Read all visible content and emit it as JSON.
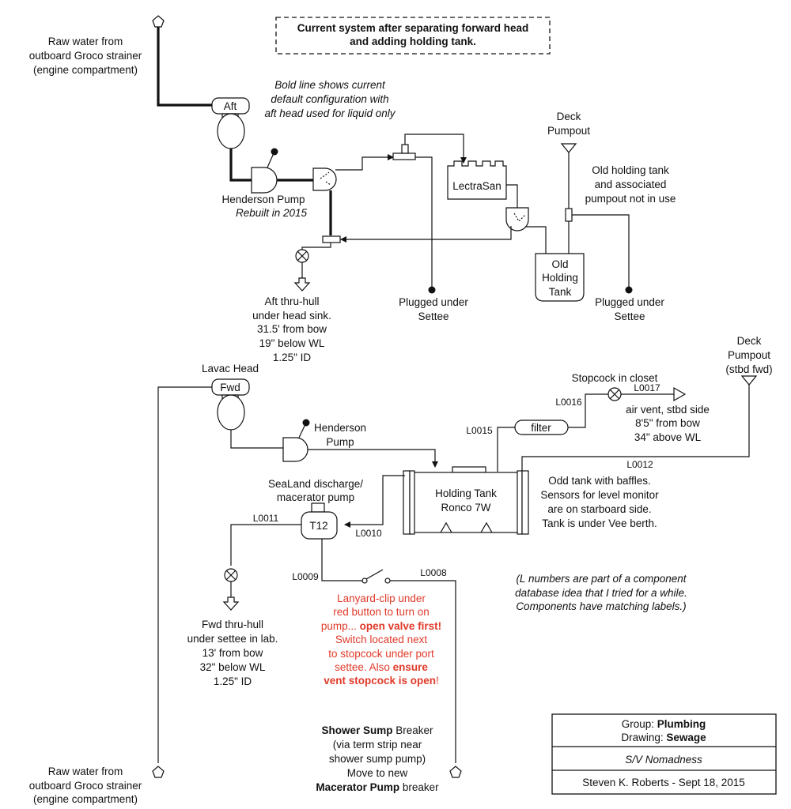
{
  "title": [
    "Current system after separating forward head",
    "and adding holding tank."
  ],
  "raw_water_top": [
    "Raw water from",
    "outboard Groco strainer",
    "(engine compartment)"
  ],
  "raw_water_bottom": [
    "Raw water from",
    "outboard Groco strainer",
    "(engine compartment)"
  ],
  "bold_note": [
    "Bold line shows current",
    "default configuration with",
    "aft head used for liquid only"
  ],
  "aft_head": "Aft",
  "henderson_aft": "Henderson Pump",
  "henderson_aft_note": "Rebuilt in 2015",
  "lectrasan": "LectraSan",
  "deck_pumpout_top": [
    "Deck",
    "Pumpout"
  ],
  "old_tank_note": [
    "Old holding tank",
    "and associated",
    "pumpout not in use"
  ],
  "old_tank": [
    "Old",
    "Holding",
    "Tank"
  ],
  "plugged_1": [
    "Plugged under",
    "Settee"
  ],
  "plugged_2": [
    "Plugged under",
    "Settee"
  ],
  "aft_thru_hull": [
    "Aft thru-hull",
    "under head sink.",
    "31.5' from bow",
    "19\" below WL",
    "1.25\" ID"
  ],
  "lavac_head": "Lavac Head",
  "fwd_head": "Fwd",
  "deck_pumpout_fwd": [
    "Deck",
    "Pumpout",
    "(stbd fwd)"
  ],
  "stopcock": "Stopcock in closet",
  "air_vent": [
    "air vent, stbd side",
    "8'5\" from bow",
    "34\" above WL"
  ],
  "filter": "filter",
  "henderson_fwd": [
    "Henderson",
    "Pump"
  ],
  "sealand": [
    "SeaLand discharge/",
    "macerator pump"
  ],
  "holding_tank": [
    "Holding Tank",
    "Ronco 7W"
  ],
  "odd_tank": [
    "Odd tank with baffles.",
    "Sensors for level monitor",
    "are on starboard side.",
    "Tank is under Vee berth."
  ],
  "t12": "T12",
  "line_labels": {
    "l0008": "L0008",
    "l0009": "L0009",
    "l0010": "L0010",
    "l0011": "L0011",
    "l0012": "L0012",
    "l0015": "L0015",
    "l0016": "L0016",
    "l0017": "L0017"
  },
  "fwd_thru_hull": [
    "Fwd thru-hull",
    "under settee in lab.",
    "13' from bow",
    "32\" below WL",
    "1.25\" ID"
  ],
  "lanyard": {
    "l1": "Lanyard-clip under",
    "l2": "red button to turn on",
    "l3a": "pump... ",
    "l3b": "open valve first!",
    "l4": "Switch located next",
    "l5": "to stopcock under port",
    "l6a": "settee. Also ",
    "l6b": "ensure",
    "l7a": "vent stopcock is open",
    "l7b": "!"
  },
  "l_note": [
    "(L numbers are part of a component",
    "database idea that I tried for a while.",
    "Components have matching labels.)"
  ],
  "shower": {
    "l1a": "Shower Sump",
    "l1b": " Breaker",
    "l2": "(via term strip near",
    "l3": "shower sump pump)",
    "l4": "Move to new",
    "l5a": "Macerator Pump",
    "l5b": " breaker"
  },
  "titleblock": {
    "group_label": "Group: ",
    "group_value": "Plumbing",
    "drawing_label": "Drawing: ",
    "drawing_value": "Sewage",
    "vessel": "S/V Nomadness",
    "author": "Steven K. Roberts - Sept 18, 2015"
  }
}
